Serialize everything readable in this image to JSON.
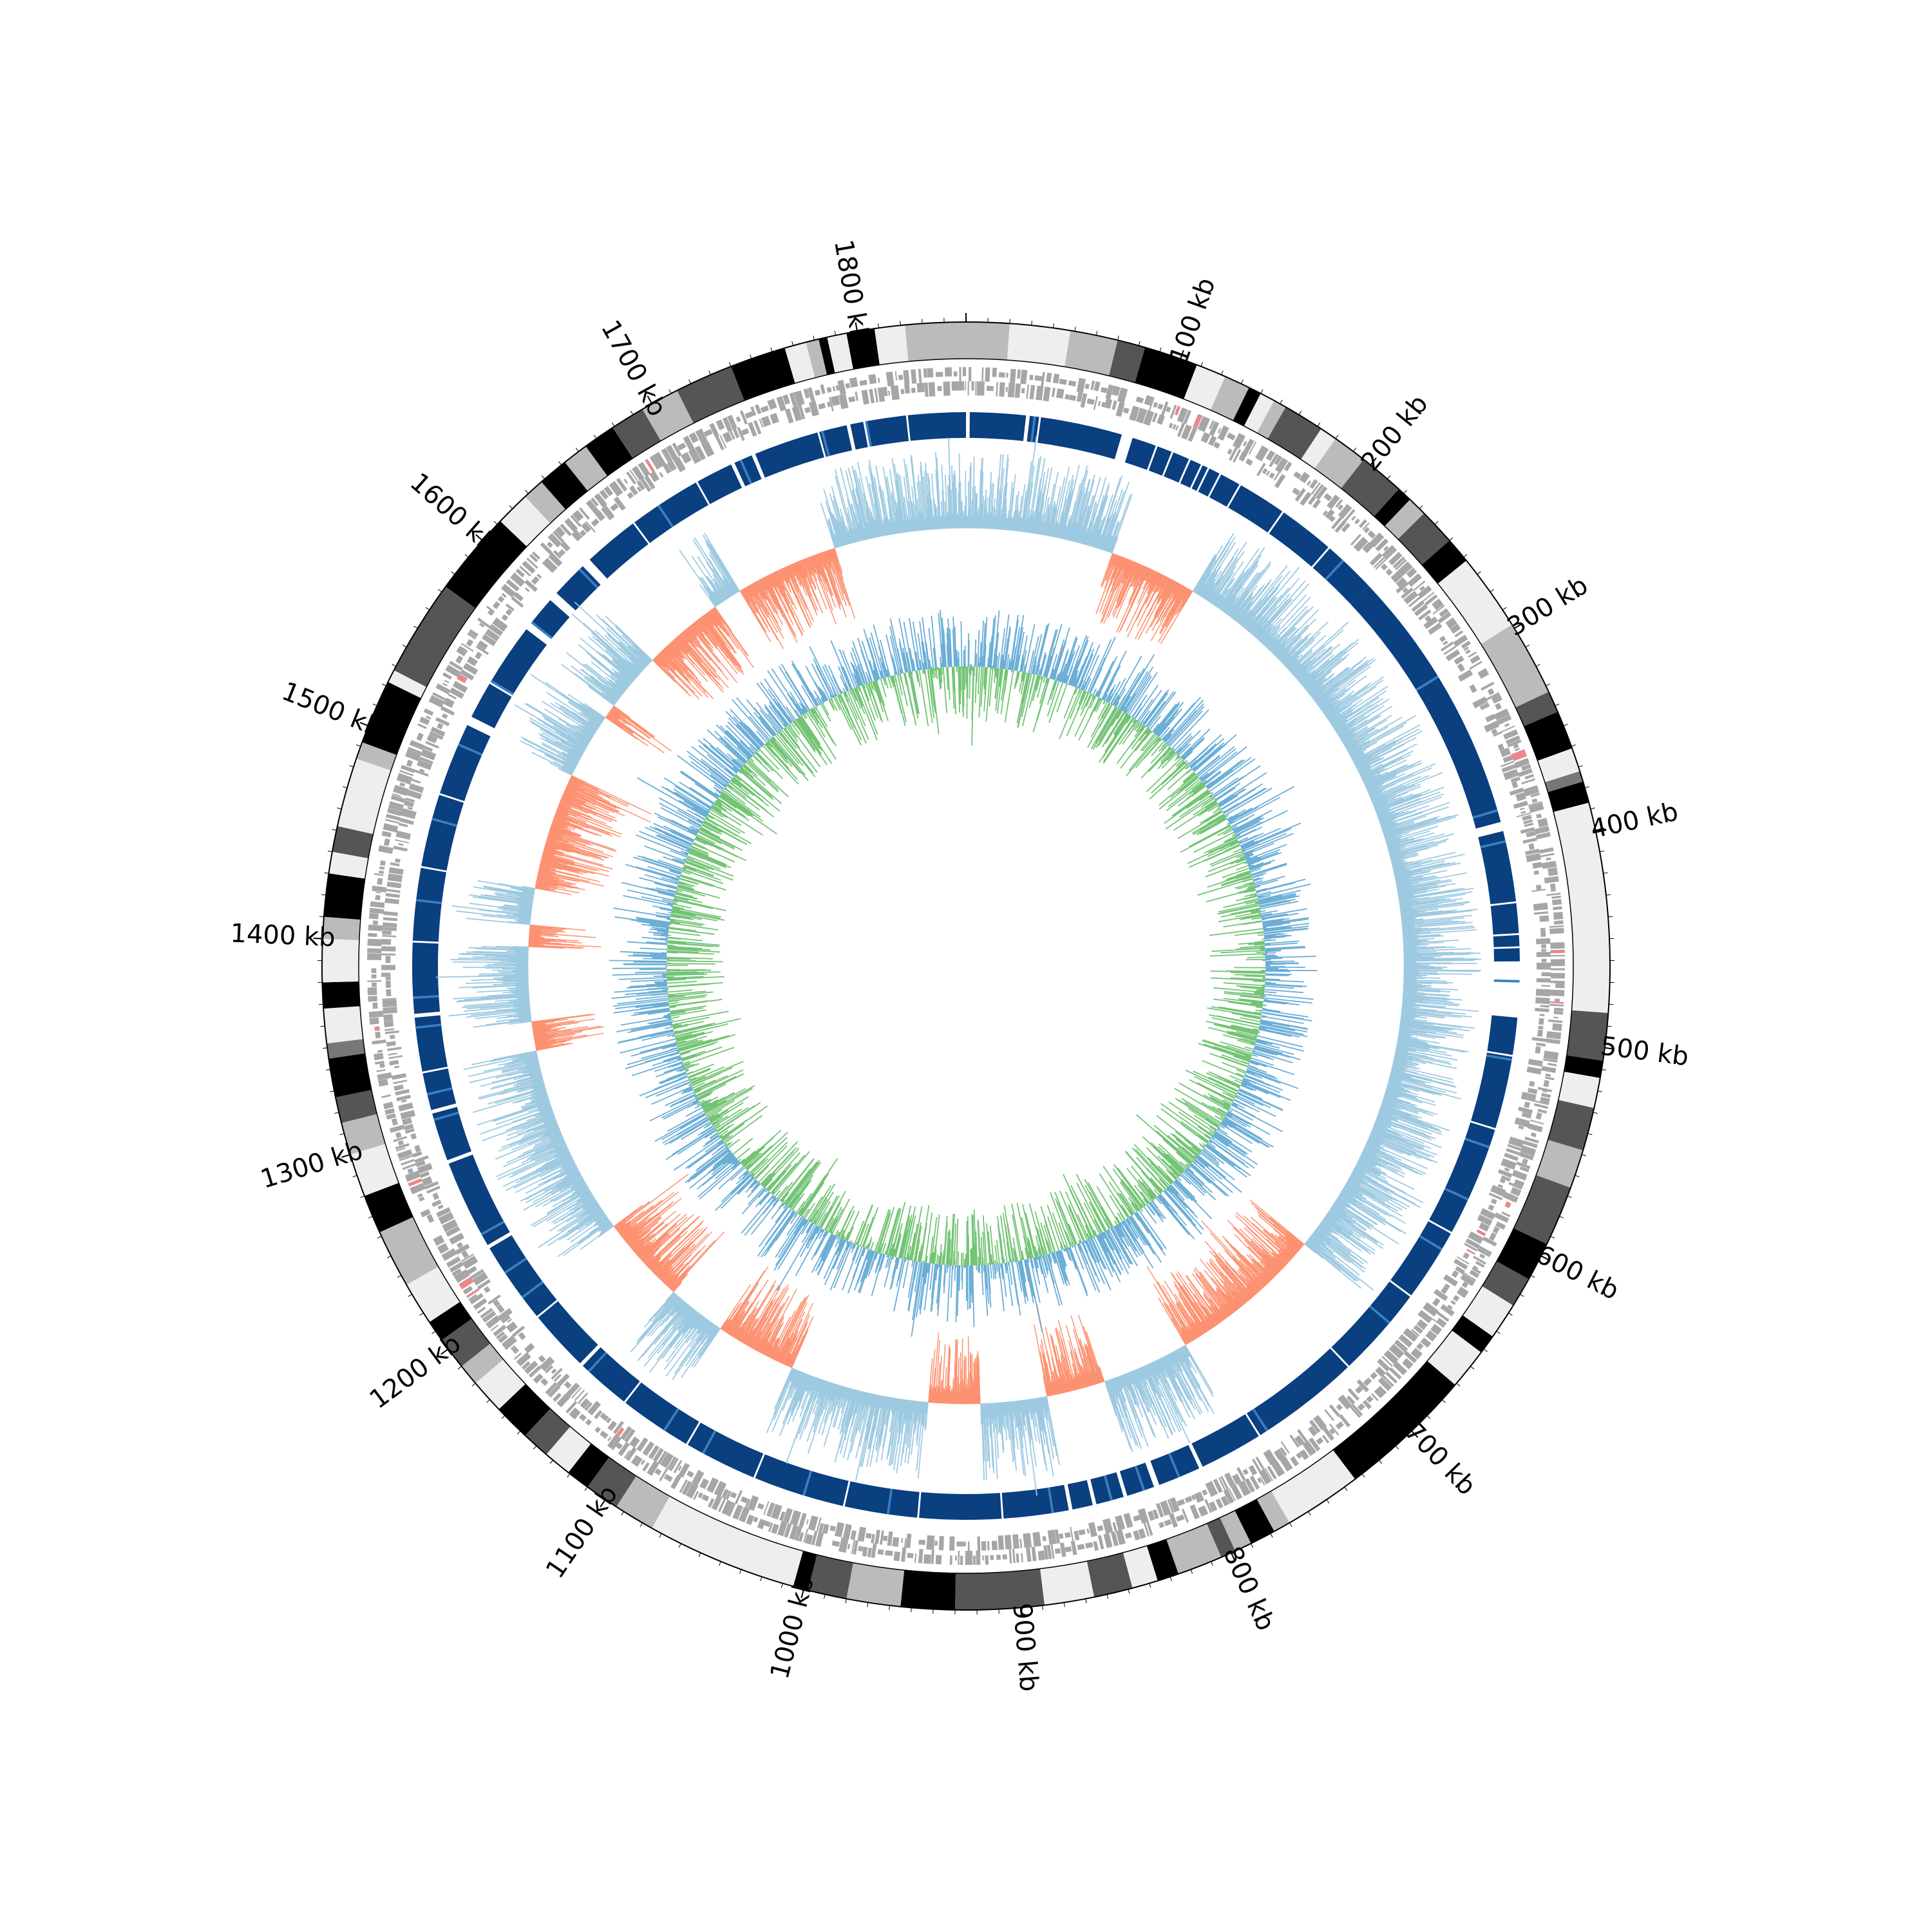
{
  "chart_data": {
    "type": "circular-genome",
    "axis": {
      "unit": "kb",
      "range": [
        0,
        1850
      ],
      "major_step": 100,
      "minor_step": 10,
      "tick_labels": [
        "100 kb",
        "200 kb",
        "300 kb",
        "400 kb",
        "500 kb",
        "600 kb",
        "700 kb",
        "800 kb",
        "900 kb",
        "1000 kb",
        "1100 kb",
        "1200 kb",
        "1300 kb",
        "1400 kb",
        "1500 kb",
        "1600 kb",
        "1700 kb",
        "1800 kb"
      ]
    },
    "colors": {
      "band_shades": [
        "#000000",
        "#555555",
        "#777777",
        "#bbbbbb",
        "#eeeeee"
      ],
      "gene": "#a6a6a6",
      "gene_rna": "#e8888a",
      "contig_dark": "#0a3f80",
      "contig_light": "#3a7fc0",
      "gc_skew_pos": "#9ecae1",
      "gc_skew_neg": "#fc9272",
      "gc_pos": "#6baed6",
      "gc_neg": "#74c476",
      "outline": "#000000"
    },
    "tracks": {
      "cytoband": [
        [
          0,
          20,
          "#bbbbbb"
        ],
        [
          20,
          48,
          "#eeeeee"
        ],
        [
          48,
          70,
          "#bbbbbb"
        ],
        [
          70,
          83,
          "#555555"
        ],
        [
          83,
          108,
          "#000000"
        ],
        [
          108,
          122,
          "#eeeeee"
        ],
        [
          122,
          134,
          "#bbbbbb"
        ],
        [
          134,
          140,
          "#000000"
        ],
        [
          140,
          147,
          "#eeeeee"
        ],
        [
          147,
          153,
          "#bbbbbb"
        ],
        [
          153,
          172,
          "#555555"
        ],
        [
          172,
          180,
          "#eeeeee"
        ],
        [
          180,
          196,
          "#bbbbbb"
        ],
        [
          196,
          217,
          "#555555"
        ],
        [
          217,
          224,
          "#000000"
        ],
        [
          224,
          233,
          "#bbbbbb"
        ],
        [
          233,
          250,
          "#555555"
        ],
        [
          250,
          262,
          "#000000"
        ],
        [
          262,
          298,
          "#eeeeee"
        ],
        [
          298,
          333,
          "#bbbbbb"
        ],
        [
          333,
          343,
          "#555555"
        ],
        [
          343,
          361,
          "#000000"
        ],
        [
          361,
          372,
          "#eeeeee"
        ],
        [
          372,
          377,
          "#777777"
        ],
        [
          377,
          387,
          "#000000"
        ],
        [
          387,
          484,
          "#eeeeee"
        ],
        [
          484,
          506,
          "#555555"
        ],
        [
          506,
          514,
          "#000000"
        ],
        [
          514,
          528,
          "#eeeeee"
        ],
        [
          528,
          548,
          "#555555"
        ],
        [
          548,
          566,
          "#bbbbbb"
        ],
        [
          566,
          594,
          "#555555"
        ],
        [
          594,
          612,
          "#000000"
        ],
        [
          612,
          626,
          "#555555"
        ],
        [
          626,
          643,
          "#eeeeee"
        ],
        [
          643,
          652,
          "#000000"
        ],
        [
          652,
          671,
          "#eeeeee"
        ],
        [
          671,
          734,
          "#000000"
        ],
        [
          734,
          770,
          "#eeeeee"
        ],
        [
          770,
          778,
          "#bbbbbb"
        ],
        [
          778,
          790,
          "#000000"
        ],
        [
          790,
          798,
          "#bbbbbb"
        ],
        [
          798,
          805,
          "#555555"
        ],
        [
          805,
          826,
          "#bbbbbb"
        ],
        [
          826,
          836,
          "#000000"
        ],
        [
          836,
          848,
          "#eeeeee"
        ],
        [
          848,
          866,
          "#555555"
        ],
        [
          866,
          889,
          "#eeeeee"
        ],
        [
          889,
          930,
          "#555555"
        ],
        [
          930,
          955,
          "#000000"
        ],
        [
          955,
          980,
          "#bbbbbb"
        ],
        [
          980,
          998,
          "#555555"
        ],
        [
          998,
          1005,
          "#000000"
        ],
        [
          1005,
          1075,
          "#eeeeee"
        ],
        [
          1075,
          1094,
          "#bbbbbb"
        ],
        [
          1094,
          1110,
          "#555555"
        ],
        [
          1110,
          1121,
          "#000000"
        ],
        [
          1121,
          1134,
          "#eeeeee"
        ],
        [
          1134,
          1147,
          "#555555"
        ],
        [
          1147,
          1164,
          "#000000"
        ],
        [
          1164,
          1180,
          "#eeeeee"
        ],
        [
          1180,
          1190,
          "#bbbbbb"
        ],
        [
          1190,
          1205,
          "#555555"
        ],
        [
          1205,
          1215,
          "#000000"
        ],
        [
          1215,
          1235,
          "#eeeeee"
        ],
        [
          1235,
          1262,
          "#bbbbbb"
        ],
        [
          1262,
          1280,
          "#000000"
        ],
        [
          1280,
          1300,
          "#eeeeee"
        ],
        [
          1300,
          1315,
          "#bbbbbb"
        ],
        [
          1315,
          1327,
          "#555555"
        ],
        [
          1327,
          1345,
          "#000000"
        ],
        [
          1345,
          1352,
          "#777777"
        ],
        [
          1352,
          1368,
          "#eeeeee"
        ],
        [
          1368,
          1380,
          "#000000"
        ],
        [
          1380,
          1400,
          "#eeeeee"
        ],
        [
          1400,
          1410,
          "#bbbbbb"
        ],
        [
          1410,
          1430,
          "#000000"
        ],
        [
          1430,
          1440,
          "#eeeeee"
        ],
        [
          1440,
          1452,
          "#555555"
        ],
        [
          1452,
          1484,
          "#eeeeee"
        ],
        [
          1484,
          1492,
          "#bbbbbb"
        ],
        [
          1492,
          1522,
          "#000000"
        ],
        [
          1522,
          1528,
          "#eeeeee"
        ],
        [
          1528,
          1573,
          "#555555"
        ],
        [
          1573,
          1612,
          "#000000"
        ],
        [
          1612,
          1628,
          "#eeeeee"
        ],
        [
          1628,
          1638,
          "#bbbbbb"
        ],
        [
          1638,
          1652,
          "#000000"
        ],
        [
          1652,
          1664,
          "#bbbbbb"
        ],
        [
          1664,
          1679,
          "#000000"
        ],
        [
          1679,
          1695,
          "#555555"
        ],
        [
          1695,
          1713,
          "#bbbbbb"
        ],
        [
          1713,
          1740,
          "#555555"
        ],
        [
          1740,
          1766,
          "#000000"
        ],
        [
          1766,
          1776,
          "#eeeeee"
        ],
        [
          1776,
          1782,
          "#bbbbbb"
        ],
        [
          1782,
          1786,
          "#000000"
        ],
        [
          1786,
          1795,
          "#eeeeee"
        ],
        [
          1795,
          1808,
          "#000000"
        ],
        [
          1808,
          1822,
          "#eeeeee"
        ],
        [
          1822,
          1850,
          "#bbbbbb"
        ]
      ],
      "contigs": [
        [
          2,
          32
        ],
        [
          34,
          39
        ],
        [
          40,
          84
        ],
        [
          90,
          103
        ],
        [
          104,
          112
        ],
        [
          113,
          122
        ],
        [
          123,
          129
        ],
        [
          130,
          133
        ],
        [
          134,
          140
        ],
        [
          141,
          152
        ],
        [
          153,
          179
        ],
        [
          180,
          210
        ],
        [
          211,
          240
        ],
        [
          240,
          300
        ],
        [
          301,
          385
        ],
        [
          390,
          428
        ],
        [
          429,
          445
        ],
        [
          446,
          452
        ],
        [
          453,
          460
        ],
        [
          490,
          510
        ],
        [
          511,
          550
        ],
        [
          551,
          610
        ],
        [
          611,
          650
        ],
        [
          651,
          700
        ],
        [
          701,
          760
        ],
        [
          761,
          795
        ],
        [
          797,
          820
        ],
        [
          823,
          838
        ],
        [
          840,
          855
        ],
        [
          857,
          868
        ],
        [
          870,
          905
        ],
        [
          906,
          950
        ],
        [
          951,
          990
        ],
        [
          991,
          1040
        ],
        [
          1041,
          1080
        ],
        [
          1081,
          1120
        ],
        [
          1121,
          1150
        ],
        [
          1152,
          1185
        ],
        [
          1186,
          1230
        ],
        [
          1232,
          1280
        ],
        [
          1282,
          1308
        ],
        [
          1310,
          1330
        ],
        [
          1331,
          1360
        ],
        [
          1362,
          1400
        ],
        [
          1401,
          1440
        ],
        [
          1441,
          1480
        ],
        [
          1481,
          1520
        ],
        [
          1525,
          1545
        ],
        [
          1546,
          1580
        ],
        [
          1585,
          1600
        ],
        [
          1605,
          1625
        ],
        [
          1630,
          1660
        ],
        [
          1661,
          1700
        ],
        [
          1701,
          1721
        ],
        [
          1723,
          1733
        ],
        [
          1735,
          1770
        ],
        [
          1771,
          1786
        ],
        [
          1788,
          1795
        ],
        [
          1797,
          1818
        ],
        [
          1819,
          1850
        ]
      ],
      "contig_light_spots": [
        36,
        220,
        300,
        378,
        395,
        470,
        512,
        560,
        590,
        620,
        668,
        755,
        808,
        828,
        846,
        878,
        966,
        1012,
        1070,
        1094,
        1145,
        1198,
        1214,
        1238,
        1304,
        1318,
        1354,
        1370,
        1422,
        1466,
        1508,
        1546,
        1584,
        1622,
        1676,
        1726,
        1772,
        1796
      ],
      "gc_skew_negative_arcs": [
        [
          100,
          160
        ],
        [
          665,
          770
        ],
        [
          830,
          870
        ],
        [
          915,
          950
        ],
        [
          1045,
          1100
        ],
        [
          1140,
          1200
        ],
        [
          1330,
          1350
        ],
        [
          1400,
          1415
        ],
        [
          1440,
          1520
        ],
        [
          1565,
          1575
        ],
        [
          1615,
          1670
        ],
        [
          1690,
          1760
        ]
      ]
    }
  }
}
